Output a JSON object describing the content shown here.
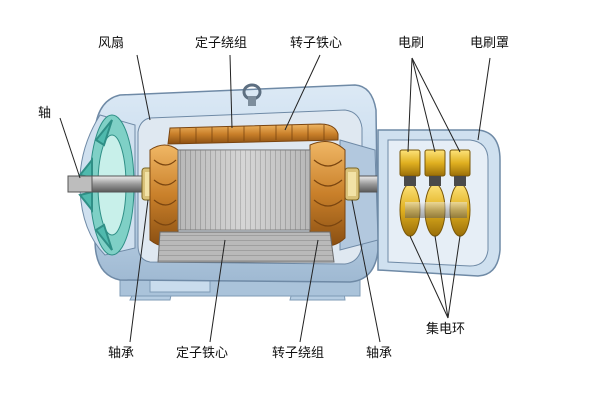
{
  "labels": {
    "fan": "风扇",
    "stator_winding": "定子绕组",
    "rotor_core": "转子铁心",
    "brush": "电刷",
    "brush_cover": "电刷罩",
    "shaft": "轴",
    "bearing_left": "轴承",
    "stator_core": "定子铁心",
    "rotor_winding": "转子绕组",
    "bearing_right": "轴承",
    "slip_ring": "集电环"
  },
  "colors": {
    "housing": "#c8ddef",
    "housing_shadow": "#a9c3db",
    "housing_edge": "#7f9bb6",
    "fan": "#3fb3a8",
    "copper": "#c9802a",
    "copper_light": "#e8a64a",
    "core": "#b7b7b7",
    "brass": "#e0b020",
    "leader": "#222222"
  }
}
